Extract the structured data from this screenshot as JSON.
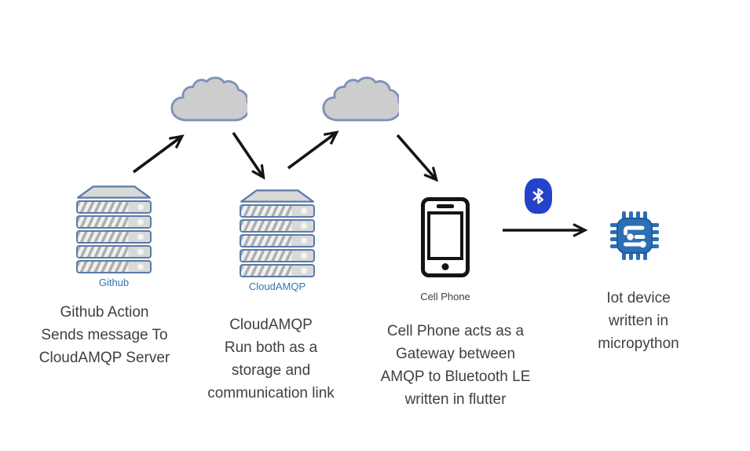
{
  "colors": {
    "cloud_fill": "#cdcdcd",
    "cloud_stroke": "#7d92b9",
    "server_fill": "#d9d9d9",
    "server_border": "#5b7ba7",
    "label_blue": "#2e74b5",
    "text_dark": "#404040",
    "bluetooth_blue": "#2543c8",
    "chip_blue": "#2d6fb4",
    "chip_border": "#1d5b9d",
    "phone_black": "#141414",
    "arrow": "#141414"
  },
  "nodes": {
    "github": {
      "label": "Github",
      "caption": [
        "Github Action",
        "Sends message To",
        "CloudAMQP Server"
      ]
    },
    "cloudamqp": {
      "label": "CloudAMQP",
      "caption": [
        "CloudAMQP",
        "Run both as a",
        "storage and",
        "communication link"
      ]
    },
    "phone": {
      "label": "Cell Phone",
      "caption": [
        "Cell Phone acts as a",
        "Gateway between",
        "AMQP to Bluetooth LE",
        "written in flutter"
      ]
    },
    "iot": {
      "caption": [
        "Iot device",
        "written in",
        "micropython"
      ]
    }
  },
  "arrows": [
    {
      "from": "github-server",
      "to": "cloud-1"
    },
    {
      "from": "cloud-1",
      "to": "cloudamqp-server"
    },
    {
      "from": "cloudamqp-server",
      "to": "cloud-2"
    },
    {
      "from": "cloud-2",
      "to": "cell-phone"
    },
    {
      "from": "cell-phone",
      "to": "iot-device"
    }
  ]
}
